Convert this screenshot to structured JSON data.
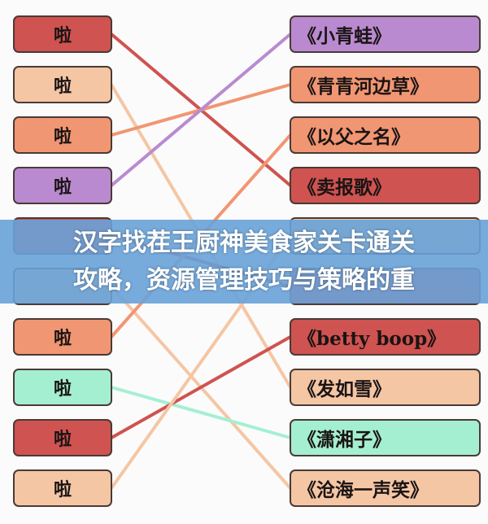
{
  "left_items": [
    {
      "label": "啦",
      "color": "#cf5350"
    },
    {
      "label": "啦",
      "color": "#f5c6a4"
    },
    {
      "label": "啦",
      "color": "#f19672"
    },
    {
      "label": "啦",
      "color": "#b98ad0"
    },
    {
      "label": "",
      "color": "#cf5350"
    },
    {
      "label": "",
      "color": "#f5c6a4"
    },
    {
      "label": "啦",
      "color": "#f19672"
    },
    {
      "label": "啦",
      "color": "#a4efd2"
    },
    {
      "label": "啦",
      "color": "#cf5350"
    },
    {
      "label": "啦",
      "color": "#f5c6a4"
    }
  ],
  "right_items": [
    {
      "label": "《小青蛙》",
      "color": "#b98ad0"
    },
    {
      "label": "《青青河边草》",
      "color": "#f19672"
    },
    {
      "label": "《以父之名》",
      "color": "#f19672"
    },
    {
      "label": "《卖报歌》",
      "color": "#cf5350"
    },
    {
      "label": "",
      "color": "#f5c6a4"
    },
    {
      "label": "",
      "color": "#cf5350"
    },
    {
      "label": "《betty boop》",
      "color": "#cf5350"
    },
    {
      "label": "《发如雪》",
      "color": "#f5c6a4"
    },
    {
      "label": "《潇湘子》",
      "color": "#a4efd2"
    },
    {
      "label": "《沧海一声笑》",
      "color": "#f5c6a4"
    }
  ],
  "connections": [
    [
      0,
      3
    ],
    [
      1,
      7
    ],
    [
      2,
      1
    ],
    [
      3,
      0
    ],
    [
      4,
      5
    ],
    [
      5,
      9
    ],
    [
      6,
      2
    ],
    [
      7,
      8
    ],
    [
      8,
      6
    ],
    [
      9,
      4
    ]
  ],
  "banner": {
    "line1": "汉字找茬王厨神美食家关卡通关",
    "line2": "攻略，资源管理技巧与策略的重"
  }
}
